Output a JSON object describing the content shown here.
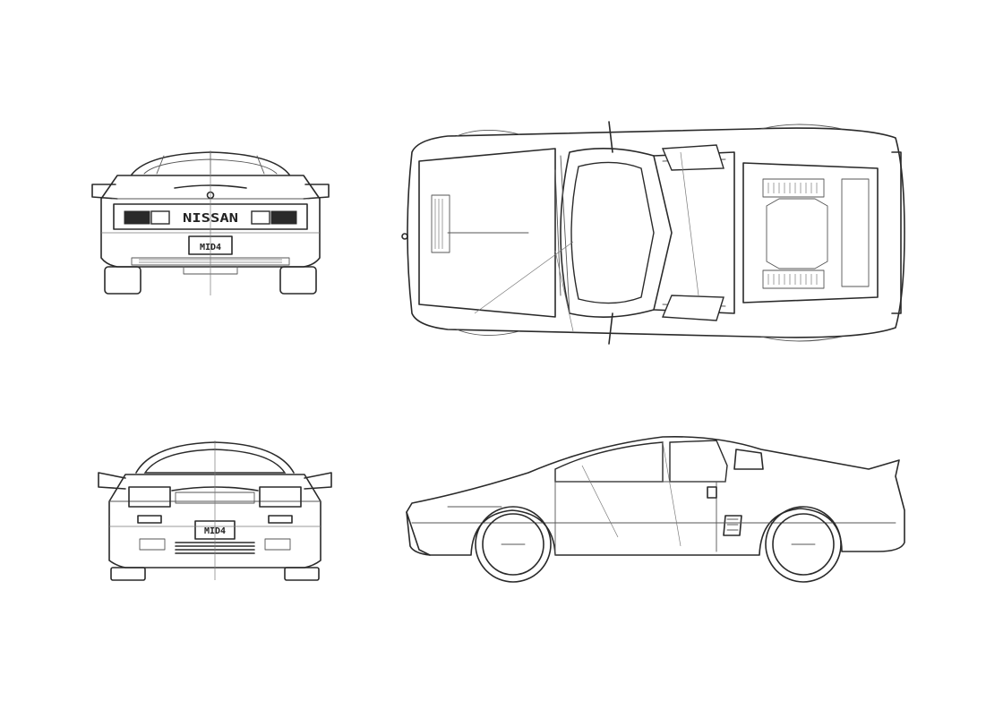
{
  "views": {
    "rear": {
      "plate": "MID4",
      "badge": "NISSAN"
    },
    "front": {
      "plate": "MID4"
    },
    "top": {},
    "side": {}
  },
  "colors": {
    "line": "#2a2a2a",
    "background": "#ffffff"
  }
}
